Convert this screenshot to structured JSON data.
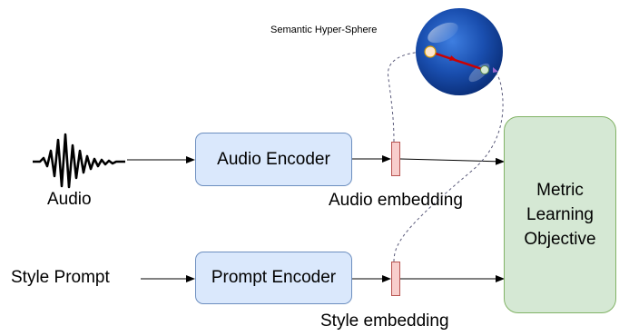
{
  "sphere_label": "Semantic Hyper-Sphere",
  "audio_label": "Audio",
  "style_prompt_label": "Style Prompt",
  "audio_encoder": "Audio Encoder",
  "prompt_encoder": "Prompt Encoder",
  "audio_embedding": "Audio embedding",
  "style_embedding": "Style embedding",
  "objective": [
    "Metric",
    "Learning",
    "Objective"
  ],
  "colors": {
    "encoder_fill": "#dae8fc",
    "encoder_stroke": "#6c8ebf",
    "objective_fill": "#d5e8d4",
    "objective_stroke": "#82b366",
    "embedding_fill": "#f8cecc",
    "embedding_stroke": "#b85450",
    "sphere": "#1a4fb0",
    "link_line": "#cc0000",
    "dashed_line": "#5a5a7a"
  }
}
